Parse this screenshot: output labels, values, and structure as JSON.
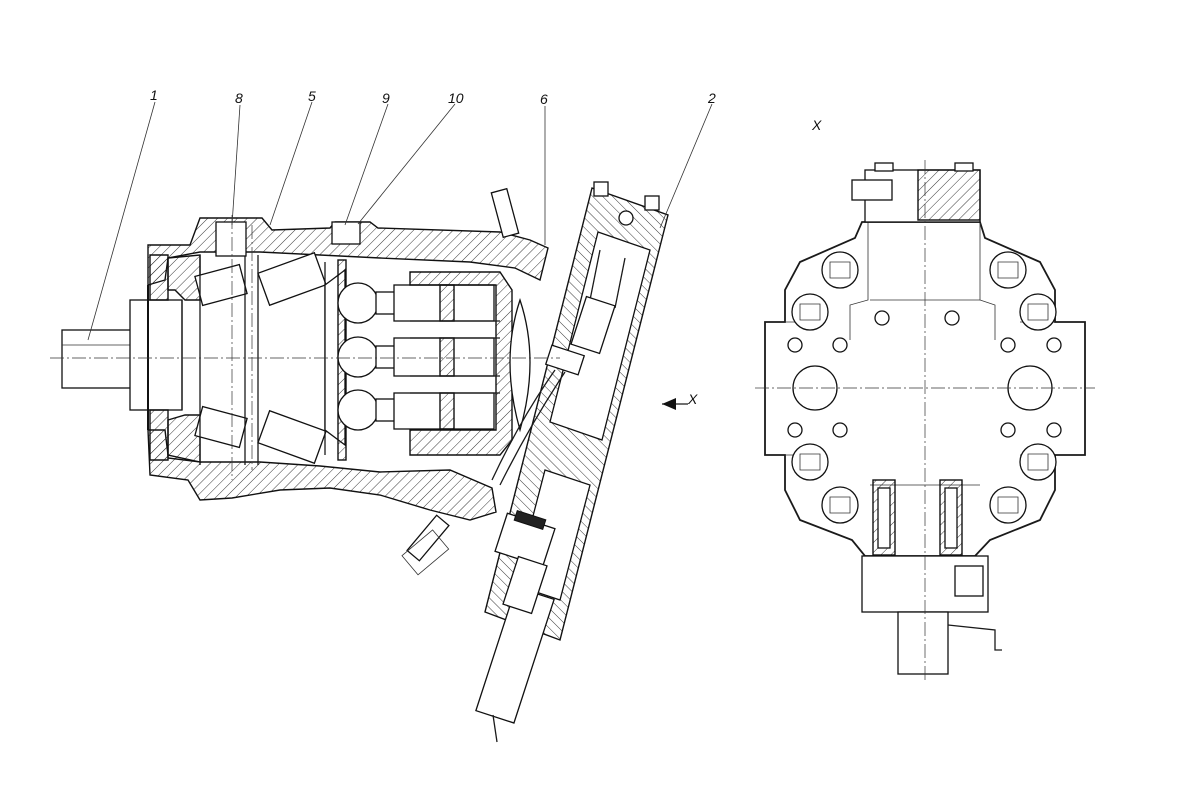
{
  "labels": {
    "l1": "1",
    "l8": "8",
    "l5": "5",
    "l9": "9",
    "l10": "10",
    "l6": "6",
    "l2": "2",
    "view_x": "X",
    "arrow_x": "X"
  }
}
